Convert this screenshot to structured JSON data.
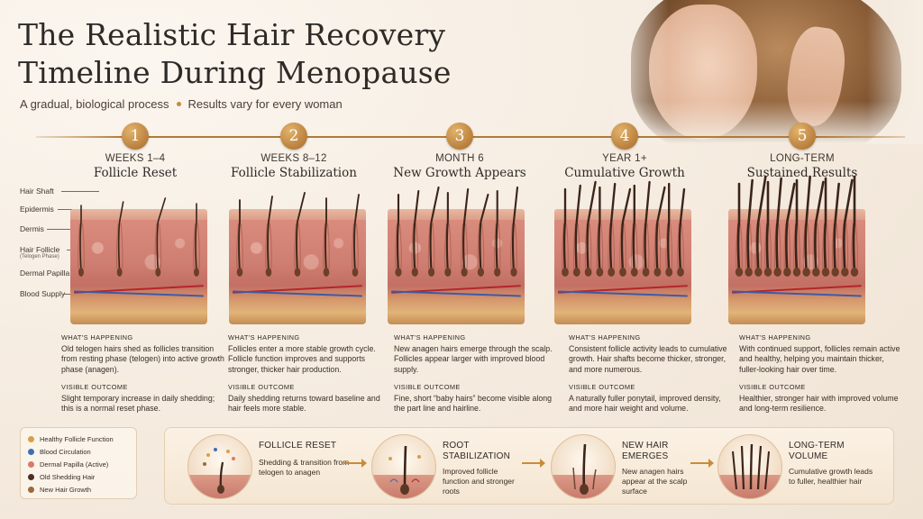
{
  "title_lines": [
    "The Realistic Hair Recovery",
    "Timeline During Menopause"
  ],
  "subtitle": [
    "A gradual, biological process",
    "Results vary for every woman"
  ],
  "anatomy": {
    "hair_shaft": "Hair Shaft",
    "epidermis": "Epidermis",
    "dermis": "Dermis",
    "hair_follicle": "Hair Follicle",
    "telogen_phase": "(Telogen Phase)",
    "dermal_papilla": "Dermal Papilla",
    "blood_supply": "Blood Supply"
  },
  "stages": [
    {
      "number": "1",
      "period": "WEEKS 1–4",
      "name": "Follicle Reset",
      "happening_label": "WHAT'S HAPPENING",
      "happening": "Old telogen hairs shed as follicles transition from resting phase (telogen) into active growth phase (anagen).",
      "outcome_label": "VISIBLE OUTCOME",
      "outcome": "Slight temporary increase in daily shedding; this is a normal reset phase.",
      "hair_count": 4
    },
    {
      "number": "2",
      "period": "WEEKS 8–12",
      "name": "Follicle Stabilization",
      "happening_label": "WHAT'S HAPPENING",
      "happening": "Follicles enter a more stable growth cycle. Follicle function improves and supports stronger, thicker hair production.",
      "outcome_label": "VISIBLE OUTCOME",
      "outcome": "Daily shedding returns toward baseline and hair feels more stable.",
      "hair_count": 5
    },
    {
      "number": "3",
      "period": "MONTH 6",
      "name": "New Growth Appears",
      "happening_label": "WHAT'S HAPPENING",
      "happening": "New anagen hairs emerge through the scalp. Follicles appear larger with improved blood supply.",
      "outcome_label": "VISIBLE OUTCOME",
      "outcome": "Fine, short “baby hairs” become visible along the part line and hairline.",
      "hair_count": 8
    },
    {
      "number": "4",
      "period": "YEAR 1+",
      "name": "Cumulative Growth",
      "happening_label": "WHAT'S HAPPENING",
      "happening": "Consistent follicle activity leads to cumulative growth. Hair shafts become thicker, stronger, and more numerous.",
      "outcome_label": "VISIBLE OUTCOME",
      "outcome": "A naturally fuller ponytail, improved density, and more hair weight and volume.",
      "hair_count": 11
    },
    {
      "number": "5",
      "period": "LONG-TERM",
      "name": "Sustained Results",
      "happening_label": "WHAT'S HAPPENING",
      "happening": "With continued support, follicles remain active and healthy, helping you maintain thicker, fuller-looking hair over time.",
      "outcome_label": "VISIBLE OUTCOME",
      "outcome": "Healthier, stronger hair with improved volume and long-term resilience.",
      "hair_count": 13
    }
  ],
  "legend": [
    {
      "label": "Healthy Follicle Function",
      "color": "#d6a04a"
    },
    {
      "label": "Blood Circulation",
      "color": "#3e6fb3"
    },
    {
      "label": "Dermal Papilla (Active)",
      "color": "#d97a6a"
    },
    {
      "label": "Old Shedding Hair",
      "color": "#4a2f22"
    },
    {
      "label": "New Hair Growth",
      "color": "#9a6a3c"
    }
  ],
  "process": [
    {
      "title": "FOLLICLE RESET",
      "desc": "Shedding & transition from telogen to anagen"
    },
    {
      "title": "ROOT STABILIZATION",
      "desc": "Improved follicle function and stronger roots"
    },
    {
      "title": "NEW HAIR EMERGES",
      "desc": "New anagen hairs appear at the scalp surface"
    },
    {
      "title": "LONG-TERM VOLUME",
      "desc": "Cumulative growth leads to fuller, healthier hair"
    }
  ],
  "colors": {
    "accent_gold": "#b07a38",
    "hair_dark": "#3b2419",
    "vessel_red": "#b3262a",
    "vessel_blue": "#3d5ba8"
  }
}
